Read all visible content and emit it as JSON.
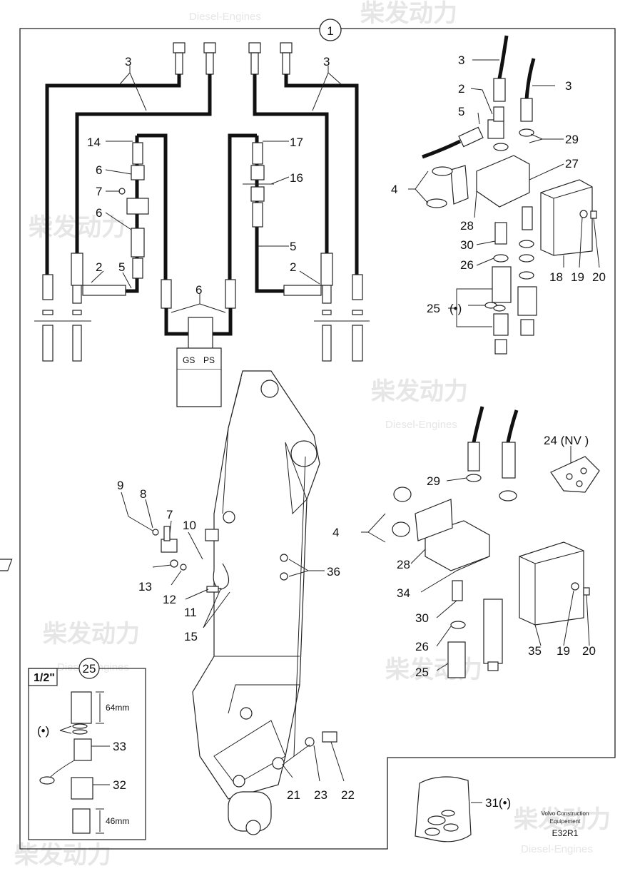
{
  "watermark": {
    "cn": "柴发动力",
    "en": "Diesel-Engines"
  },
  "group_callout": "1",
  "kit_callout": "25",
  "kit_size": "1/2\"",
  "dimensions": {
    "upper": "64mm",
    "lower": "46mm"
  },
  "connector_labels": {
    "left": "GS",
    "right": "PS"
  },
  "variant_label": "24 (NV )",
  "seal_kit_label": "31(•)",
  "bracket_label": "(•)",
  "company": {
    "line1": "Volvo Construction",
    "line2": "Equipement"
  },
  "drawing_code": "E32R1",
  "callouts": {
    "l3": "3",
    "r3": "3",
    "l14": "14",
    "l6a": "6",
    "l7": "7",
    "l6b": "6",
    "l2": "2",
    "l5": "5",
    "l6c": "6",
    "r17": "17",
    "r16": "16",
    "r5": "5",
    "r2": "2",
    "t3a": "3",
    "t3b": "3",
    "t2": "2",
    "t5": "5",
    "t29": "29",
    "t27": "27",
    "t4": "4",
    "t28": "28",
    "t30": "30",
    "t26": "26",
    "t25": "25",
    "t18": "18",
    "t19": "19",
    "t20": "20",
    "b24": "24",
    "b29": "29",
    "b4": "4",
    "b28": "28",
    "b34": "34",
    "b30": "30",
    "b26": "26",
    "b25": "25",
    "b35": "35",
    "b19": "19",
    "b20": "20",
    "c9": "9",
    "c8": "8",
    "c7": "7",
    "c10": "10",
    "c13": "13",
    "c12": "12",
    "c11": "11",
    "c15": "15",
    "c36": "36",
    "c21": "21",
    "c23": "23",
    "c22": "22",
    "k33": "33",
    "k32": "32"
  }
}
